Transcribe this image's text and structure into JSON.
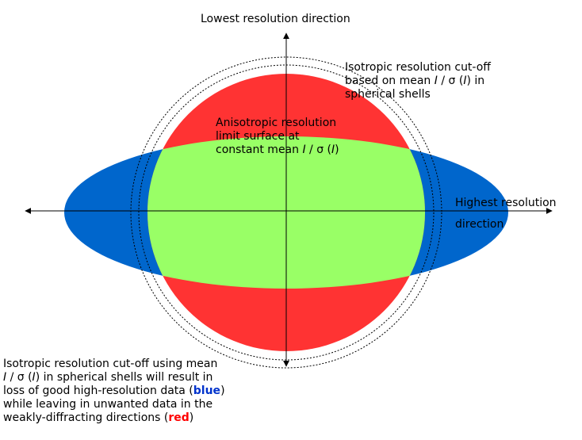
{
  "labels": {
    "lowest": "Lowest resolution direction",
    "highest_line1": "Highest resolution",
    "highest_line2": "direction",
    "iso_line1": "Isotropic resolution cut-off",
    "iso_line2_pre": "based on mean ",
    "iso_line2_i1": "I",
    "iso_line2_sep": " / σ (",
    "iso_line2_i2": "I",
    "iso_line2_post": ") in",
    "iso_line3": "spherical shells",
    "aniso_line1": "Anisotropic resolution",
    "aniso_line2": "limit surface at",
    "aniso_line3_pre": "constant mean ",
    "aniso_line3_i1": "I",
    "aniso_line3_sep": " / σ (",
    "aniso_line3_i2": "I",
    "aniso_line3_post": ")",
    "bottom_line1": "Isotropic resolution cut-off using mean",
    "bottom_line2_i1": "I",
    "bottom_line2_sep": " / σ (",
    "bottom_line2_i2": "I",
    "bottom_line2_post": ") in spherical shells will result in",
    "bottom_line3_pre": "loss of good high-resolution data (",
    "bottom_line3_blue": "blue",
    "bottom_line3_post": ")",
    "bottom_line4": "while leaving in unwanted data in the",
    "bottom_line5_pre": "weakly-diffracting directions (",
    "bottom_line5_red": "red",
    "bottom_line5_post": ")"
  },
  "colors": {
    "ellipse": "#0066cc",
    "circle": "#ff3333",
    "overlap": "#99ff66",
    "axes": "#000000",
    "dotted": "#000000"
  }
}
